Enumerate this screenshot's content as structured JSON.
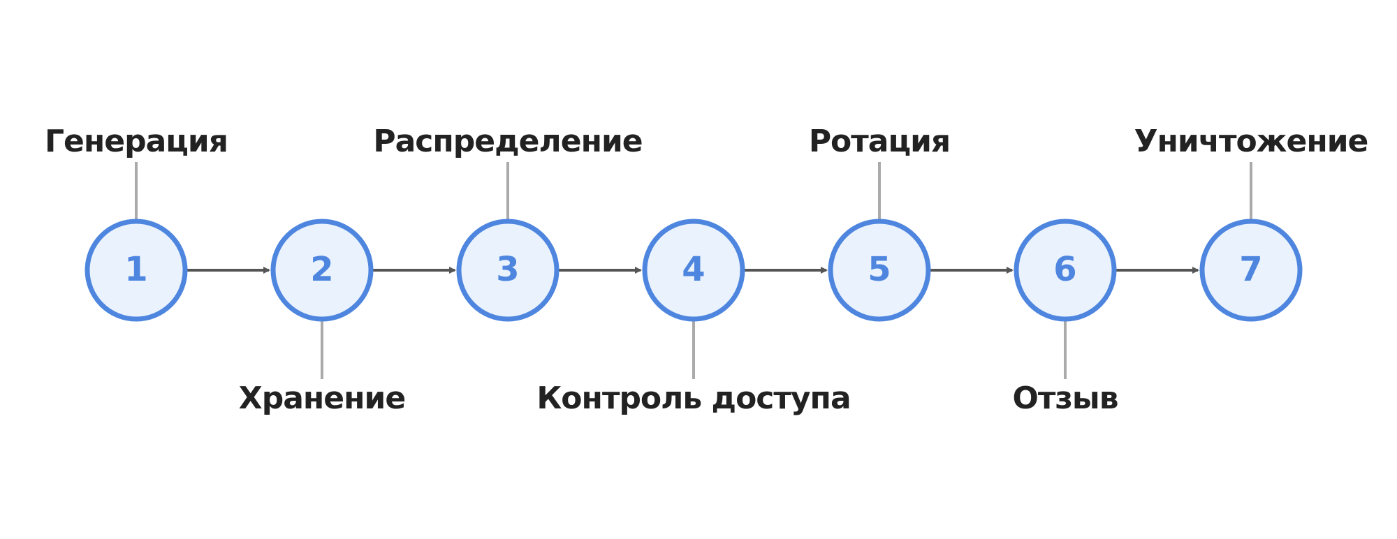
{
  "colors": {
    "node_fill": "#EAF2FD",
    "node_stroke": "#4E86DF",
    "number_color": "#4E86DF",
    "arrow_color": "#555555",
    "connector_color": "#AAAAAA",
    "label_color": "#222222"
  },
  "steps": [
    {
      "number": "1",
      "label": "Генерация",
      "label_position": "top"
    },
    {
      "number": "2",
      "label": "Хранение",
      "label_position": "bottom"
    },
    {
      "number": "3",
      "label": "Распределение",
      "label_position": "top"
    },
    {
      "number": "4",
      "label": "Контроль доступа",
      "label_position": "bottom"
    },
    {
      "number": "5",
      "label": "Ротация",
      "label_position": "top"
    },
    {
      "number": "6",
      "label": "Отзыв",
      "label_position": "bottom"
    },
    {
      "number": "7",
      "label": "Уничтожение",
      "label_position": "top"
    }
  ]
}
